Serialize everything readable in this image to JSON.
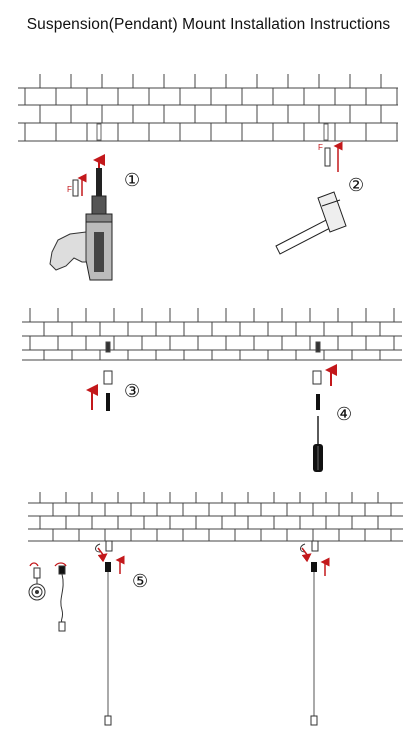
{
  "title": "Suspension(Pendant) Mount Installation Instructions",
  "steps": [
    {
      "label": "①"
    },
    {
      "label": "②"
    },
    {
      "label": "③"
    },
    {
      "label": "④"
    },
    {
      "label": "⑤"
    }
  ],
  "anchor_label_left": "F",
  "anchor_label_right": "F",
  "colors": {
    "line": "#333333",
    "arrow": "#c3181b",
    "accent_dark": "#1a1a1a"
  }
}
